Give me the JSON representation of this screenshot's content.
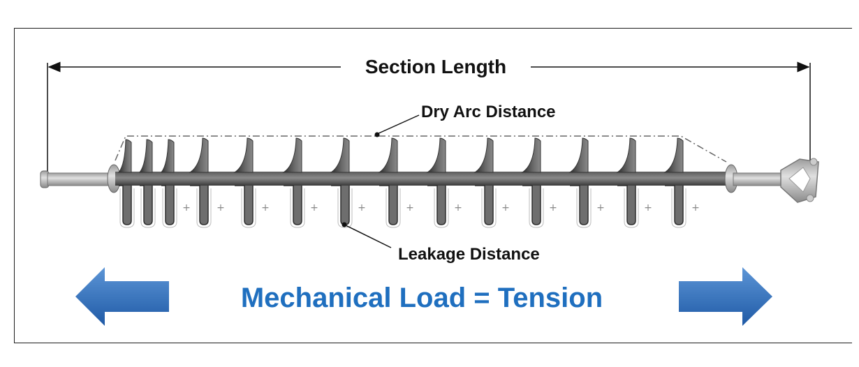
{
  "labels": {
    "section_length": "Section Length",
    "dry_arc_distance": "Dry Arc Distance",
    "leakage_distance": "Leakage Distance",
    "mechanical_load": "Mechanical Load = Tension"
  },
  "plus_sign": "+",
  "colors": {
    "arrow_blue": "#2f6db8",
    "text_blue": "#1f6fbf",
    "insulator_dark": "#4a4a4a",
    "insulator_light": "#9a9a9a"
  },
  "icons": {
    "left_arrow": "left-arrow-icon",
    "right_arrow": "right-arrow-icon"
  }
}
